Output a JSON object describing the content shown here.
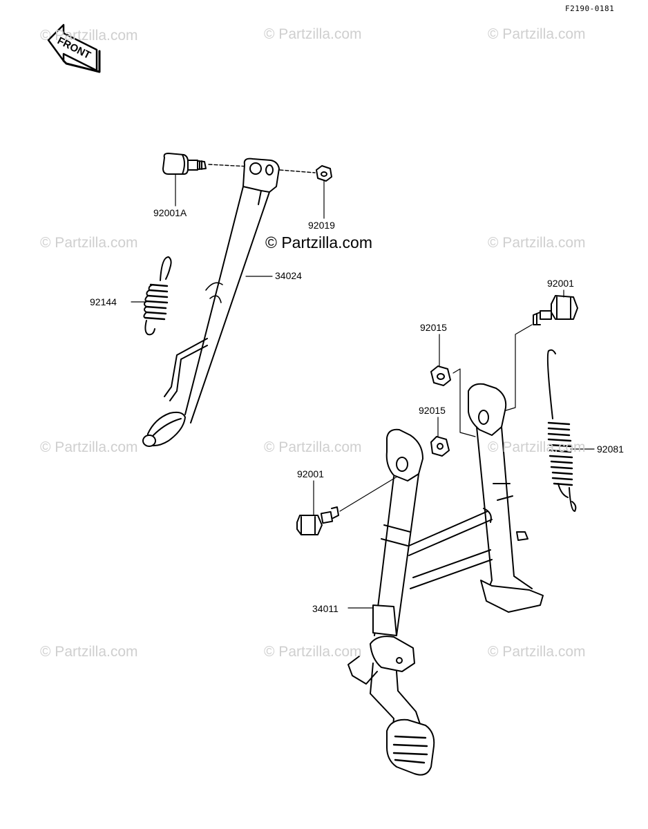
{
  "figure_code": "F2190-0181",
  "front_arrow_text": "FRONT",
  "watermark_text": "© Partzilla.com",
  "parts": [
    {
      "number": "92001A"
    },
    {
      "number": "92019"
    },
    {
      "number": "34024"
    },
    {
      "number": "92144"
    },
    {
      "number": "92001"
    },
    {
      "number": "92015"
    },
    {
      "number": "92015"
    },
    {
      "number": "92081"
    },
    {
      "number": "92001"
    },
    {
      "number": "34011"
    }
  ],
  "colors": {
    "line": "#000000",
    "watermark": "#cfcfcf",
    "background": "#ffffff"
  }
}
